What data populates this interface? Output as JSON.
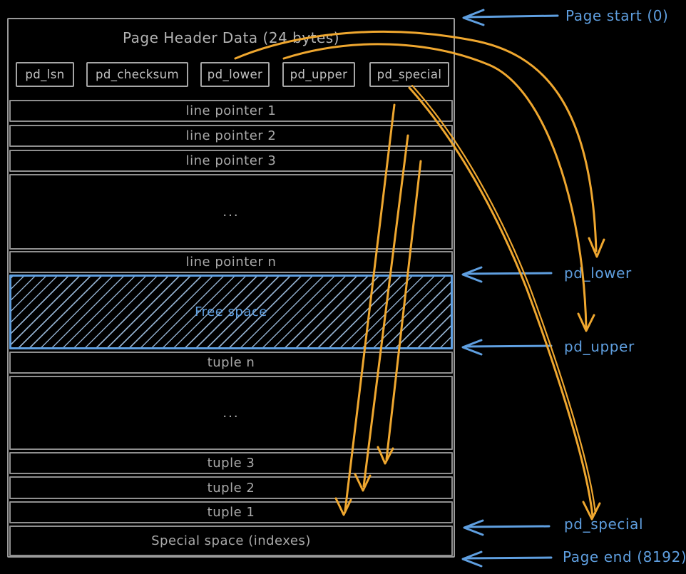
{
  "diagram": {
    "page": {
      "header": {
        "title": "Page Header Data (24 bytes)",
        "fields": [
          {
            "label": "pd_lsn"
          },
          {
            "label": "pd_checksum"
          },
          {
            "label": "pd_lower"
          },
          {
            "label": "pd_upper"
          },
          {
            "label": "pd_special"
          }
        ]
      },
      "rows": [
        {
          "label": "line pointer 1"
        },
        {
          "label": "line pointer 2"
        },
        {
          "label": "line pointer 3"
        },
        {
          "label": "..."
        },
        {
          "label": "line pointer n"
        },
        {
          "label": "Free space"
        },
        {
          "label": "tuple n"
        },
        {
          "label": "..."
        },
        {
          "label": "tuple 3"
        },
        {
          "label": "tuple 2"
        },
        {
          "label": "tuple 1"
        },
        {
          "label": "Special space (indexes)"
        }
      ]
    },
    "annotations": {
      "page_start": "Page start (0)",
      "pd_lower": "pd_lower",
      "pd_upper": "pd_upper",
      "pd_special": "pd_special",
      "page_end": "Page end (8192)"
    },
    "colors": {
      "background": "#000000",
      "border_gray": "#9a9a9a",
      "text_gray": "#a9a9a9",
      "accent_blue": "#5f9fe0",
      "accent_orange": "#efa72f"
    }
  }
}
